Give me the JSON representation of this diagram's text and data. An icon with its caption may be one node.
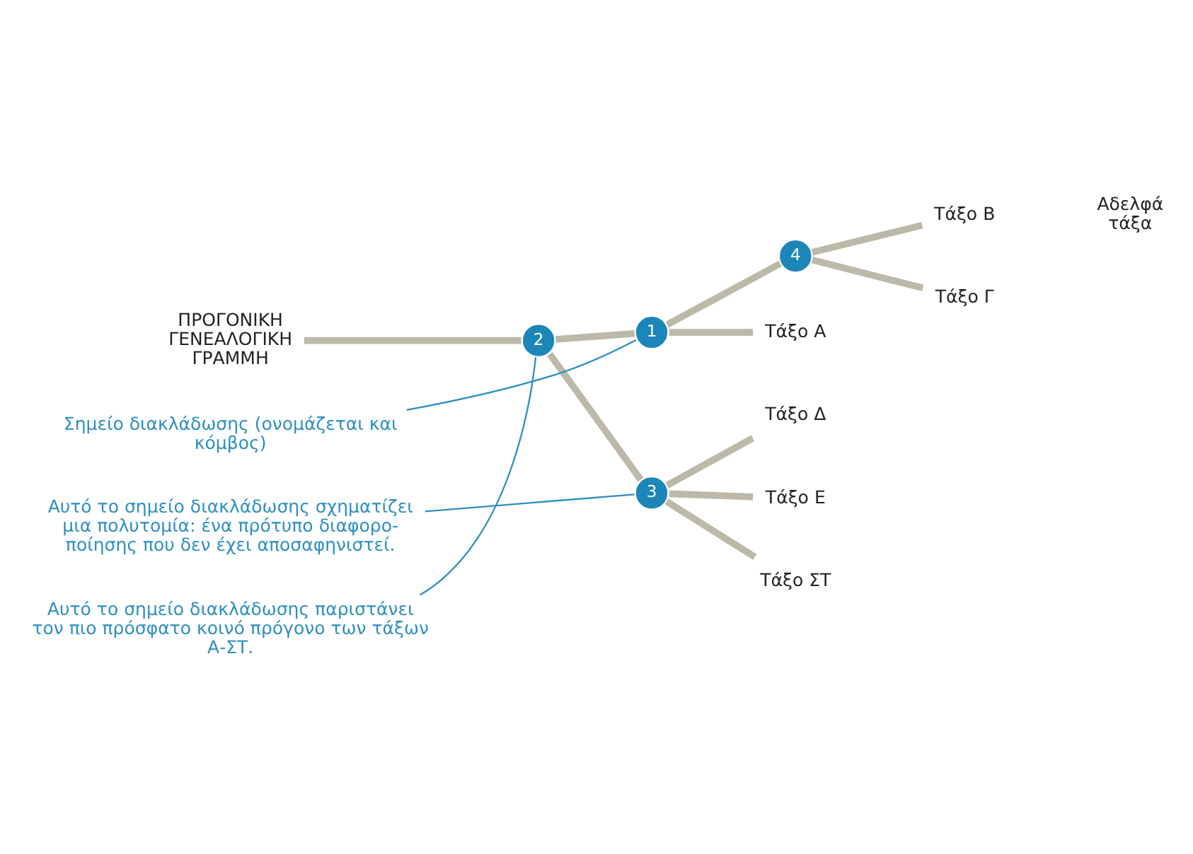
{
  "diagram": {
    "nodes": [
      {
        "text": [
          "ΠΡΟΓΟΝΙΚΗ ΓΕΝΕΑΛΟΓΙΚΗ ΓΡΑΜΜΗ"
        ]
      },
      {
        "text": [
          "2"
        ]
      },
      {
        "text": [
          "1"
        ]
      },
      {
        "text": [
          "4"
        ]
      },
      {
        "text": [
          "3"
        ]
      },
      {
        "text": [
          "Τάξο Α"
        ]
      },
      {
        "text": [
          "Τάξο Β"
        ]
      },
      {
        "text": [
          "Τάξο Γ"
        ]
      },
      {
        "text": [
          "Τάξο Δ"
        ]
      },
      {
        "text": [
          "Τάξο Ε"
        ]
      },
      {
        "text": [
          "Τάξο ΣΤ"
        ]
      },
      {
        "text": [
          "Σημείο διακλάδωσης (ονομάζεται και κόμβος)"
        ]
      },
      {
        "text": [
          "Αυτό το σημείο διακλάδωσης παριστάνει τον πιο πρόσφατο κοινό πρόγονο των τάξων Α-ΣΤ."
        ]
      },
      {
        "text": [
          "Αυτό το σημείο διακλάδωσης σχηματίζει μια πολυτομία: ένα πρότυπο διαφορο- ποίησης που δεν έχει αποσαφηνιστεί."
        ]
      }
    ],
    "edges": [
      {
        "from": 0,
        "to": 1,
        "arrow": "none"
      },
      {
        "from": 1,
        "to": 2,
        "arrow": "none"
      },
      {
        "from": 1,
        "to": 4,
        "arrow": "none"
      },
      {
        "from": 2,
        "to": 5,
        "arrow": "none"
      },
      {
        "from": 2,
        "to": 3,
        "arrow": "none"
      },
      {
        "from": 3,
        "to": 6,
        "arrow": "none"
      },
      {
        "from": 3,
        "to": 7,
        "arrow": "none"
      },
      {
        "from": 4,
        "to": 8,
        "arrow": "none"
      },
      {
        "from": 4,
        "to": 9,
        "arrow": "none"
      },
      {
        "from": 4,
        "to": 10,
        "arrow": "none"
      },
      {
        "from": 11,
        "to": 2,
        "arrow": "none",
        "color": "#2e8fc0"
      },
      {
        "from": 12,
        "to": 1,
        "arrow": "none",
        "color": "#2e8fc0"
      },
      {
        "from": 13,
        "to": 4,
        "arrow": "none",
        "color": "#2e8fc0"
      }
    ],
    "labels": [
      "Αδελφά τάξα"
    ]
  }
}
